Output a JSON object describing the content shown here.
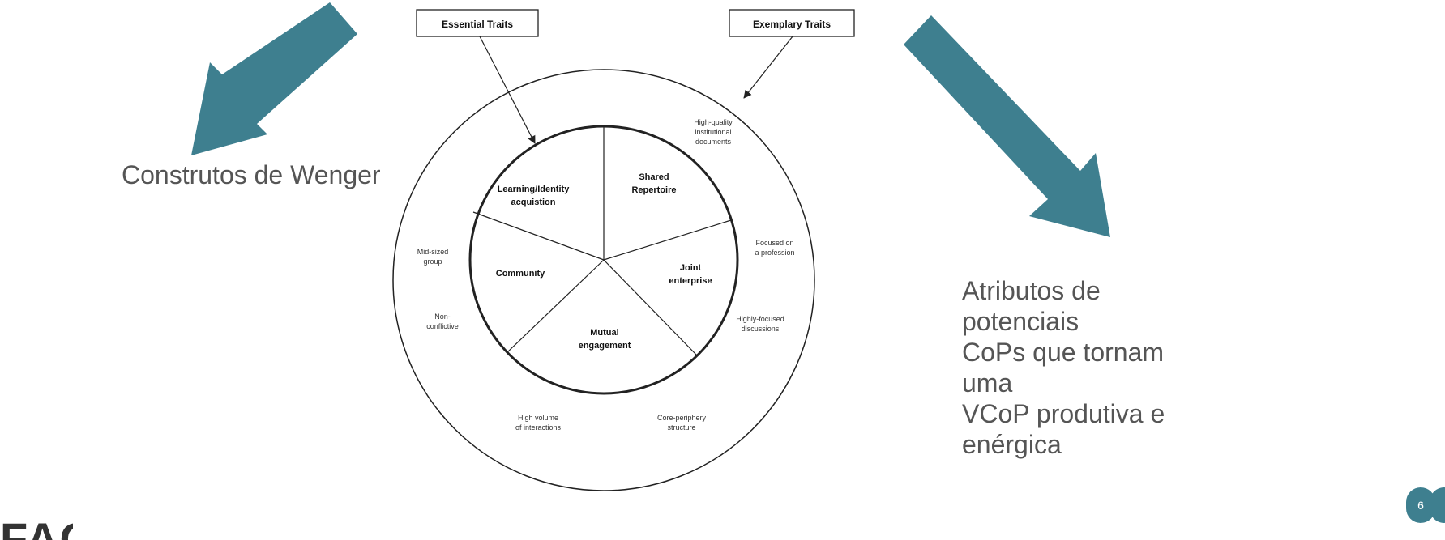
{
  "captions": {
    "left": "Construtos de Wenger",
    "right": "Atributos de potenciais\nCoPs que tornam uma\nVCoP produtiva e\nenérgica"
  },
  "page_number": "6",
  "logo_text": "FAO",
  "colors": {
    "arrow": "#3e7f8f",
    "text": "#555555",
    "diagram_stroke": "#222222"
  },
  "diagram": {
    "boxes": {
      "essential": "Essential Traits",
      "exemplary": "Exemplary Traits"
    },
    "inner_segments": {
      "learning": [
        "Learning/Identity",
        "acquistion"
      ],
      "shared": [
        "Shared",
        "Repertoire"
      ],
      "joint": [
        "Joint",
        "enterprise"
      ],
      "mutual": [
        "Mutual",
        "engagement"
      ],
      "community": [
        "Community"
      ]
    },
    "outer_labels": {
      "high_quality": [
        "High-quality",
        "institutional",
        "documents"
      ],
      "focused_profession": [
        "Focused on",
        "a profession"
      ],
      "highly_focused": [
        "Highly-focused",
        "discussions"
      ],
      "core_periphery": [
        "Core-periphery",
        "structure"
      ],
      "high_volume": [
        "High volume",
        "of interactions"
      ],
      "non_conflictive": [
        "Non-",
        "conflictive"
      ],
      "mid_sized": [
        "Mid-sized",
        "group"
      ]
    }
  }
}
